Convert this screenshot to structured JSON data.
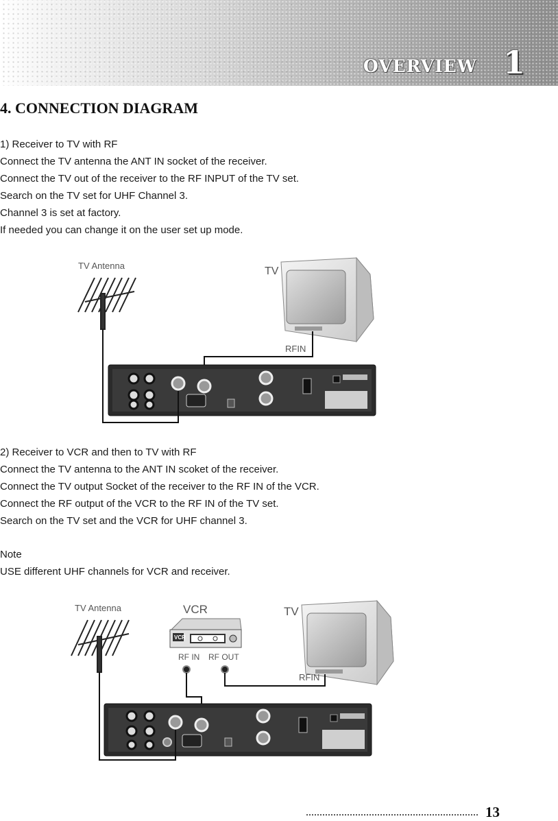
{
  "header": {
    "title": "OVERVIEW",
    "chapter_number": "1"
  },
  "section": {
    "heading": "4. CONNECTION DIAGRAM"
  },
  "part1": {
    "lines": [
      "1) Receiver to TV with RF",
      "Connect the TV antenna the ANT IN socket of the receiver.",
      "Connect the TV out of the receiver to the RF INPUT of the TV set.",
      "Search on the TV set for UHF Channel 3.",
      "Channel 3 is set at factory.",
      "If needed you can change it on the user set up mode."
    ]
  },
  "diagram1": {
    "antenna_label": "TV Antenna",
    "tv_label": "TV",
    "rfin_label": "RFIN"
  },
  "part2": {
    "lines": [
      "2) Receiver to VCR and then to TV with RF",
      "Connect the TV antenna to the ANT IN scoket of the receiver.",
      "Connect the TV output Socket of the receiver to the RF IN of the VCR.",
      "Connect the RF output of the VCR to the RF IN of the TV set.",
      "Search on the TV set and the VCR for UHF channel 3."
    ]
  },
  "note": {
    "title": "Note",
    "text": "USE different UHF channels for VCR and receiver."
  },
  "diagram2": {
    "antenna_label": "TV Antenna",
    "vcr_label": "VCR",
    "tv_label": "TV",
    "rf_in_label": "RF IN",
    "rf_out_label": "RF OUT",
    "rfin_label": "RFIN",
    "vcr_device_text": "VCR"
  },
  "footer": {
    "page_number": "13"
  }
}
